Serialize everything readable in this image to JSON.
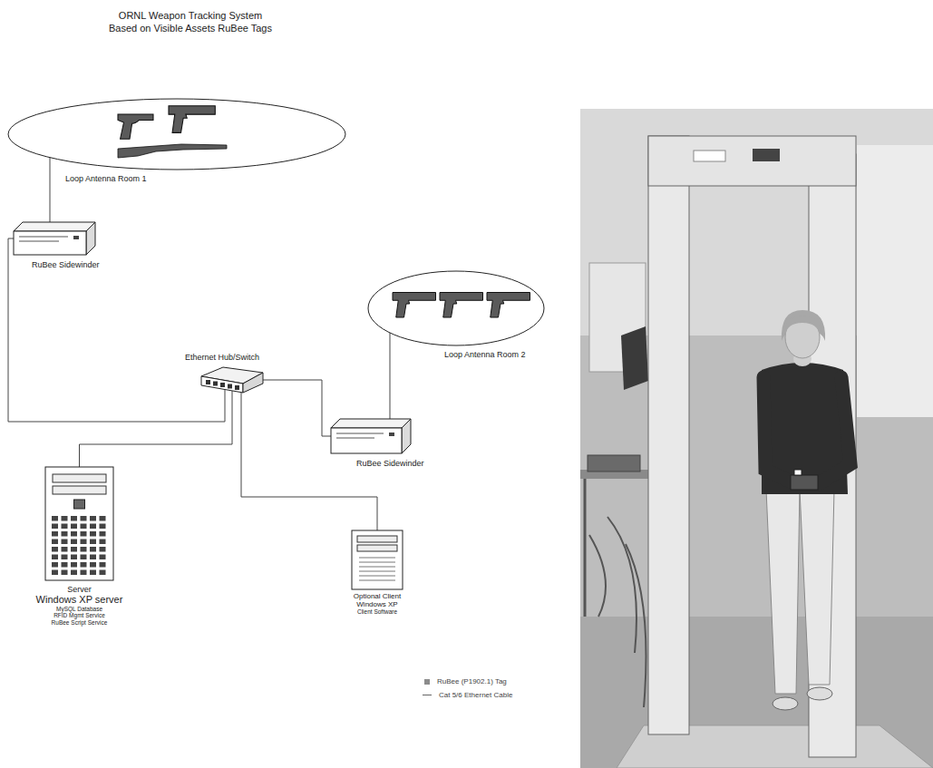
{
  "diagram": {
    "title": "ORNL Weapon Tracking System Based on Visible Assets RuBee Tags",
    "nodes": [
      {
        "text": [
          "Loop Antenna Room 1"
        ]
      },
      {
        "text": [
          "RuBee Sidewinder"
        ]
      },
      {
        "text": [
          "Loop Antenna Room 2"
        ]
      },
      {
        "text": [
          "Ethernet Hub/Switch"
        ]
      },
      {
        "text": [
          "RuBee Sidewinder"
        ]
      },
      {
        "text": [
          "Server",
          "Windows XP server",
          "MySQL Database",
          "RFID Mgmt Service",
          "RuBee Script Service"
        ]
      },
      {
        "text": [
          "Optional Client",
          "Windows XP",
          "Client Software"
        ]
      }
    ],
    "edges": [
      {
        "from": 0,
        "to": 1,
        "arrow": "none"
      },
      {
        "from": 1,
        "to": 3,
        "arrow": "none"
      },
      {
        "from": 2,
        "to": 4,
        "arrow": "none"
      },
      {
        "from": 4,
        "to": 3,
        "arrow": "none"
      },
      {
        "from": 3,
        "to": 5,
        "arrow": "none"
      },
      {
        "from": 3,
        "to": 6,
        "arrow": "none"
      }
    ],
    "legend": [
      {
        "text": "RuBee (P1902.1) Tag",
        "color": "#8c8c8c"
      },
      {
        "text": "Cat 5/6 Ethernet Cable"
      }
    ]
  }
}
